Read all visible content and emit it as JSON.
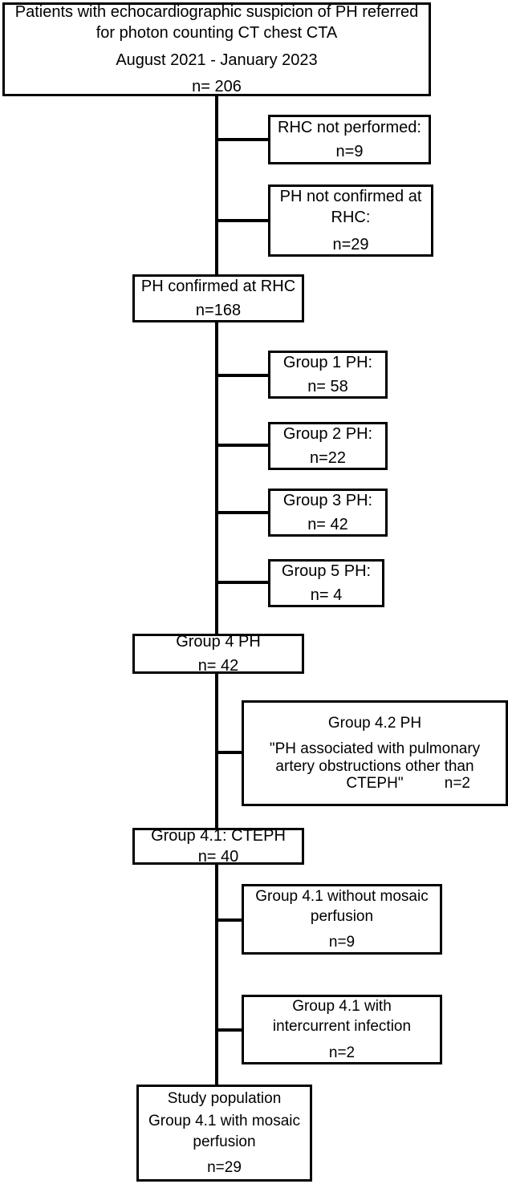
{
  "figure": {
    "type": "flowchart",
    "title": "Study population selection flowchart",
    "orientation": "top-to-bottom",
    "colors": {
      "stroke": "#000000",
      "background": "#ffffff",
      "text": "#000000"
    }
  },
  "nodes": {
    "enrollment": {
      "line1": "Patients with echocardiographic suspicion of PH referred",
      "line2": "for photon counting CT chest CTA",
      "period": "August 2021 - January 2023",
      "n": "n= 206"
    },
    "rhc_not_performed": {
      "label": "RHC not performed:",
      "n": "n=9"
    },
    "ph_not_confirmed": {
      "line1": "PH not confirmed at",
      "line2": "RHC:",
      "n": "n=29"
    },
    "ph_confirmed": {
      "label": "PH confirmed at RHC",
      "n": "n=168"
    },
    "group1": {
      "label": "Group 1 PH:",
      "n": "n= 58"
    },
    "group2": {
      "label": "Group 2 PH:",
      "n": "n=22"
    },
    "group3": {
      "label": "Group 3 PH:",
      "n": "n= 42"
    },
    "group5": {
      "label": "Group 5 PH:",
      "n": "n= 4"
    },
    "group4": {
      "label": "Group 4 PH",
      "n": "n= 42"
    },
    "group42": {
      "label": "Group 4.2 PH",
      "quote": "\"PH associated with pulmonary artery obstructions other than CTEPH\"",
      "n": "n=2"
    },
    "group41_cteph": {
      "label": "Group 4.1: CTEPH",
      "n": "n= 40"
    },
    "group41_without_mosaic": {
      "line1": "Group 4.1 without mosaic",
      "line2": "perfusion",
      "n": "n=9"
    },
    "group41_infection": {
      "line1": "Group 4.1 with",
      "line2": "intercurrent infection",
      "n": "n=2"
    },
    "study_population": {
      "heading": "Study population",
      "line1": "Group 4.1 with mosaic",
      "line2": "perfusion",
      "n": "n=29"
    }
  }
}
